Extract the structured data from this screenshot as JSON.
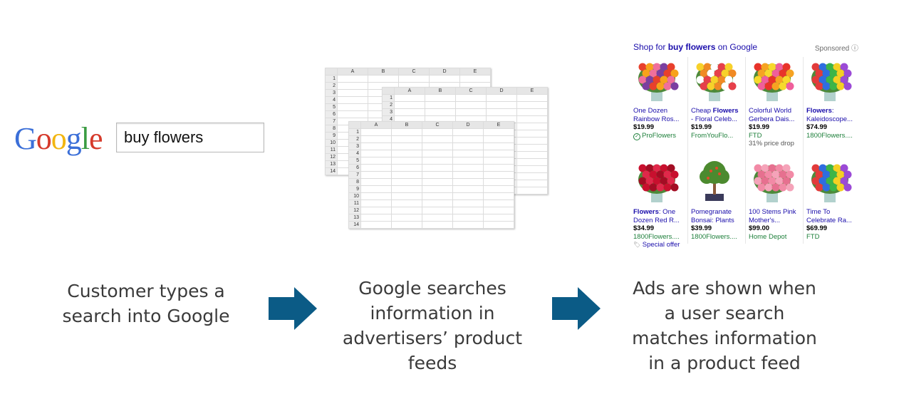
{
  "search": {
    "logo_letters": [
      {
        "ch": "G",
        "color": "#3b6fd8"
      },
      {
        "ch": "o",
        "color": "#d63a2b"
      },
      {
        "ch": "o",
        "color": "#f2b610"
      },
      {
        "ch": "g",
        "color": "#3b6fd8"
      },
      {
        "ch": "l",
        "color": "#3a9b42"
      },
      {
        "ch": "e",
        "color": "#d63a2b"
      }
    ],
    "query": "buy flowers"
  },
  "spreadsheets": {
    "columns": [
      "A",
      "B",
      "C",
      "D",
      "E"
    ],
    "back_rows": [
      "1",
      "2",
      "3",
      "4",
      "5",
      "6",
      "7",
      "8",
      "9",
      "10",
      "11",
      "12",
      "13",
      "14"
    ],
    "middle_rows": [
      "1",
      "2",
      "3",
      "4"
    ],
    "front_rows": [
      "1",
      "2",
      "3",
      "4",
      "5",
      "6",
      "7",
      "8",
      "9",
      "10",
      "11",
      "12",
      "13",
      "14"
    ]
  },
  "shopping": {
    "title_prefix": "Shop for ",
    "title_query": "buy flowers",
    "title_suffix": " on Google",
    "sponsored": "Sponsored ⓘ",
    "products": [
      {
        "title": "One Dozen Rainbow Ros...",
        "price": "$19.99",
        "store": "ProFlowers",
        "store_icon": "check-circle-icon",
        "extra": "",
        "flower": "rainbow-roses",
        "colors": [
          "#e8402c",
          "#f7a21b",
          "#f06f9c",
          "#7b3fa0"
        ]
      },
      {
        "title": "Cheap Flowers - Floral Celeb...",
        "title_bold": "Flowers",
        "price": "$19.99",
        "store": "FromYouFlo...",
        "extra": "",
        "flower": "lilies",
        "colors": [
          "#f7d12a",
          "#f08a24",
          "#ffffff",
          "#e6404a"
        ]
      },
      {
        "title": "Colorful World Gerbera Dais...",
        "price": "$19.99",
        "store": "FTD",
        "extra": "31% price drop",
        "flower": "gerbera",
        "colors": [
          "#e8332a",
          "#f6a322",
          "#f7d92c",
          "#ef5f9b"
        ]
      },
      {
        "title": "Flowers: Kaleidoscope...",
        "title_bold": "Flowers",
        "price": "$74.99",
        "store": "1800Flowers....",
        "extra": "",
        "flower": "rainbow-bouquet",
        "colors": [
          "#e23b3b",
          "#2f6de0",
          "#3cb548",
          "#f4d023",
          "#9b4ad6"
        ]
      },
      {
        "title": "Flowers: One Dozen Red R...",
        "title_bold": "Flowers",
        "price": "$34.99",
        "store": "1800Flowers....",
        "extra": "",
        "offer": "Special offer",
        "flower": "red-roses",
        "colors": [
          "#c8102e",
          "#a30d24",
          "#e0284a"
        ]
      },
      {
        "title": "Pomegranate Bonsai: Plants",
        "price": "$39.99",
        "store": "1800Flowers....",
        "extra": "",
        "flower": "bonsai",
        "colors": [
          "#4c8a2f",
          "#e24b2a",
          "#8a5a3a"
        ]
      },
      {
        "title": "100 Stems Pink Mother's...",
        "price": "$99.00",
        "store": "Home Depot",
        "extra": "",
        "flower": "pink-roses",
        "colors": [
          "#f28aa6",
          "#f5a3b9",
          "#e6708f"
        ]
      },
      {
        "title": "Time To Celebrate Ra...",
        "price": "$69.99",
        "store": "FTD",
        "extra": "",
        "flower": "rainbow-roses",
        "colors": [
          "#e23b3b",
          "#2f6de0",
          "#3cb548",
          "#f4d023",
          "#9b4ad6"
        ]
      }
    ]
  },
  "captions": {
    "step1": [
      "Customer types a",
      "search into Google"
    ],
    "step2": [
      "Google searches",
      "information in",
      "advertisers’ product",
      "feeds"
    ],
    "step3": [
      "Ads are shown when",
      "a user search",
      "matches information",
      "in a product feed"
    ]
  },
  "colors": {
    "arrow": "#0b5b86"
  }
}
